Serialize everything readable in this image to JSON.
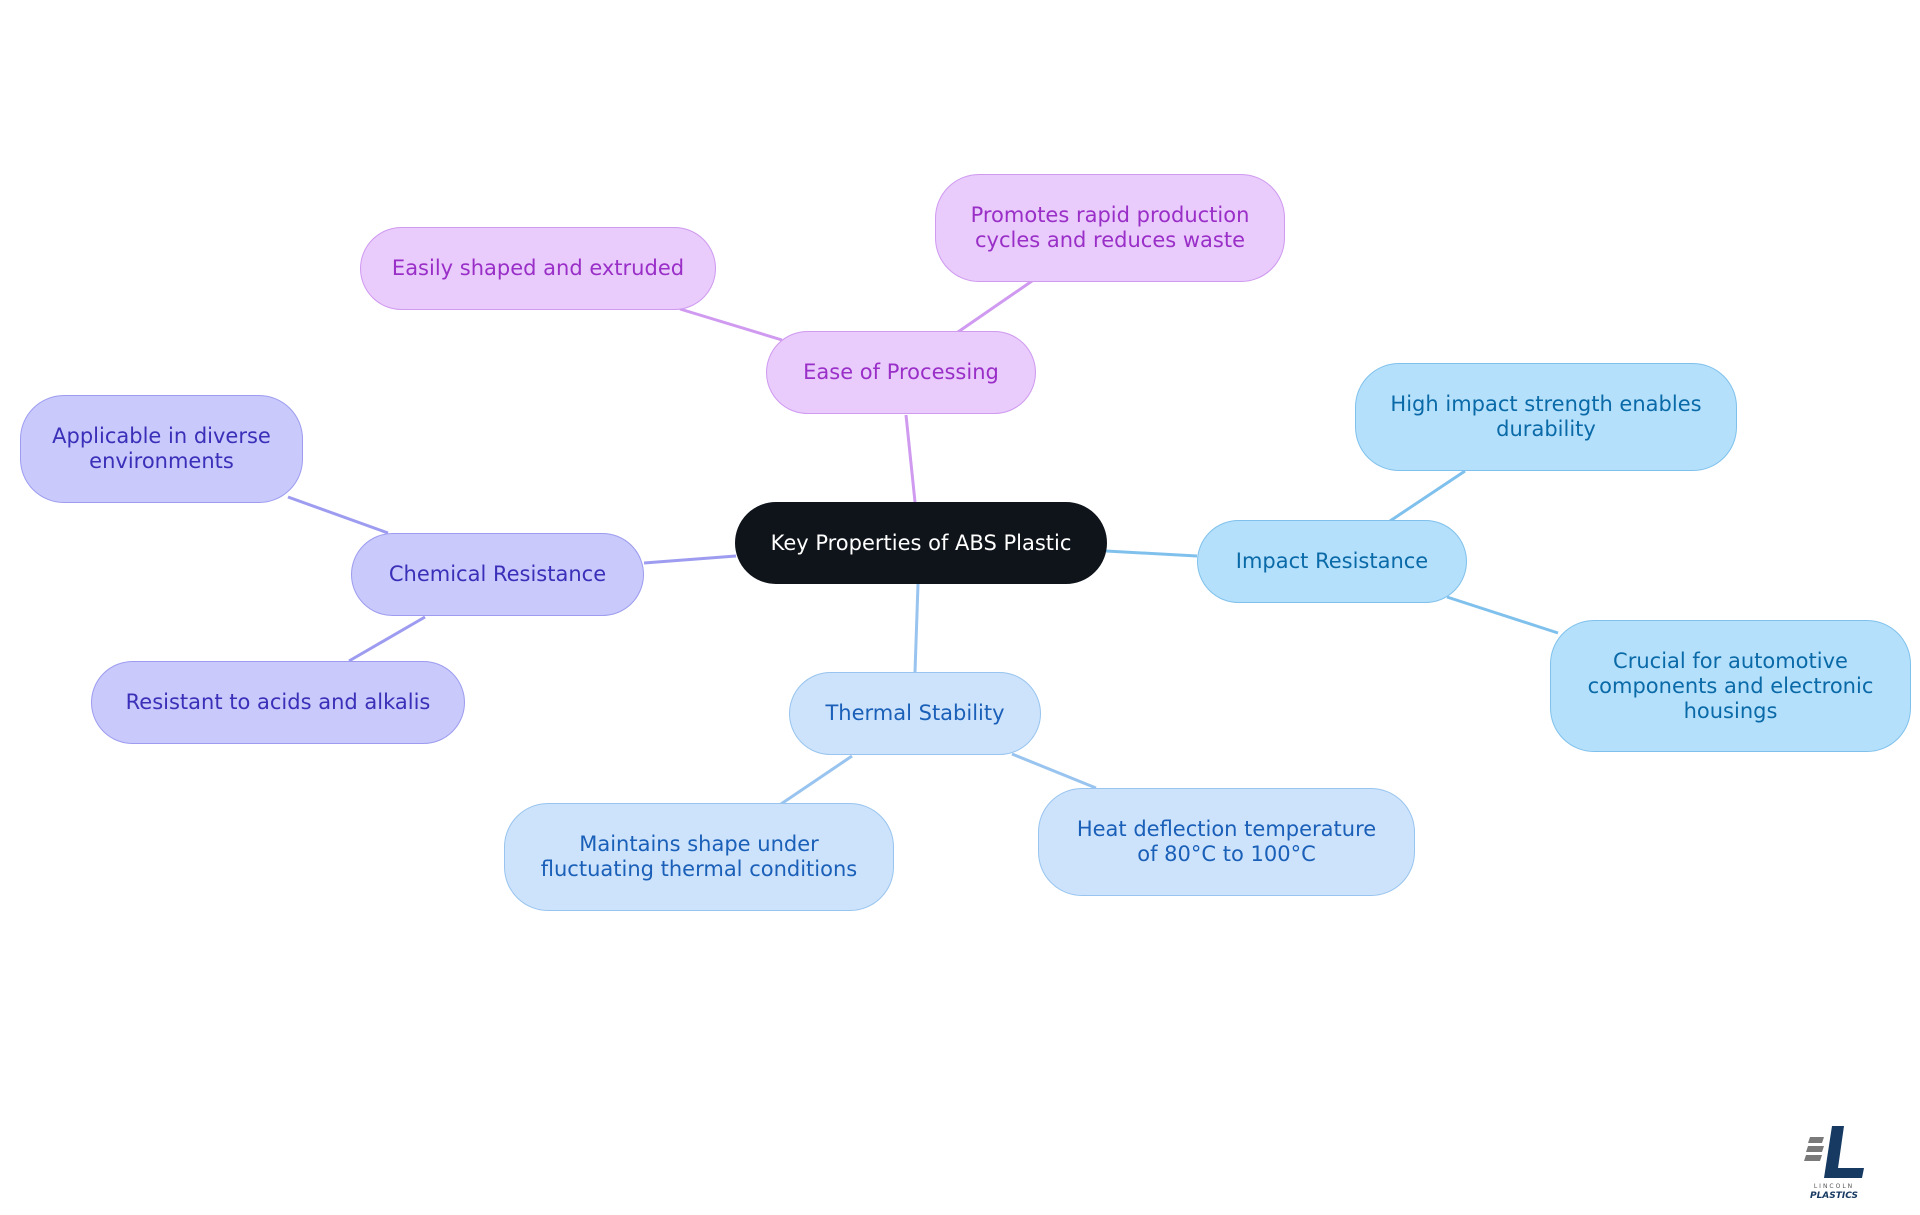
{
  "diagram": {
    "central": {
      "label": "Key Properties of ABS Plastic"
    },
    "branches": {
      "ease": {
        "label": "Ease of Processing",
        "children": [
          "Easily shaped and extruded",
          "Promotes rapid production cycles and reduces waste"
        ]
      },
      "chemical": {
        "label": "Chemical Resistance",
        "children": [
          "Applicable in diverse environments",
          "Resistant to acids and alkalis"
        ]
      },
      "thermal": {
        "label": "Thermal Stability",
        "children": [
          "Maintains shape under fluctuating thermal conditions",
          "Heat deflection temperature of 80°C to 100°C"
        ]
      },
      "impact": {
        "label": "Impact Resistance",
        "children": [
          "High impact strength enables durability",
          "Crucial for automotive components and electronic housings"
        ]
      }
    }
  },
  "colors": {
    "central": "#0f141b",
    "ease": "#cf9af0",
    "chemical": "#9d9cf0",
    "thermal": "#98c4ef",
    "impact": "#7fc1ec"
  },
  "logo": {
    "name": "lincoln-plastics-logo",
    "text": "LINCOLN PLASTICS"
  }
}
